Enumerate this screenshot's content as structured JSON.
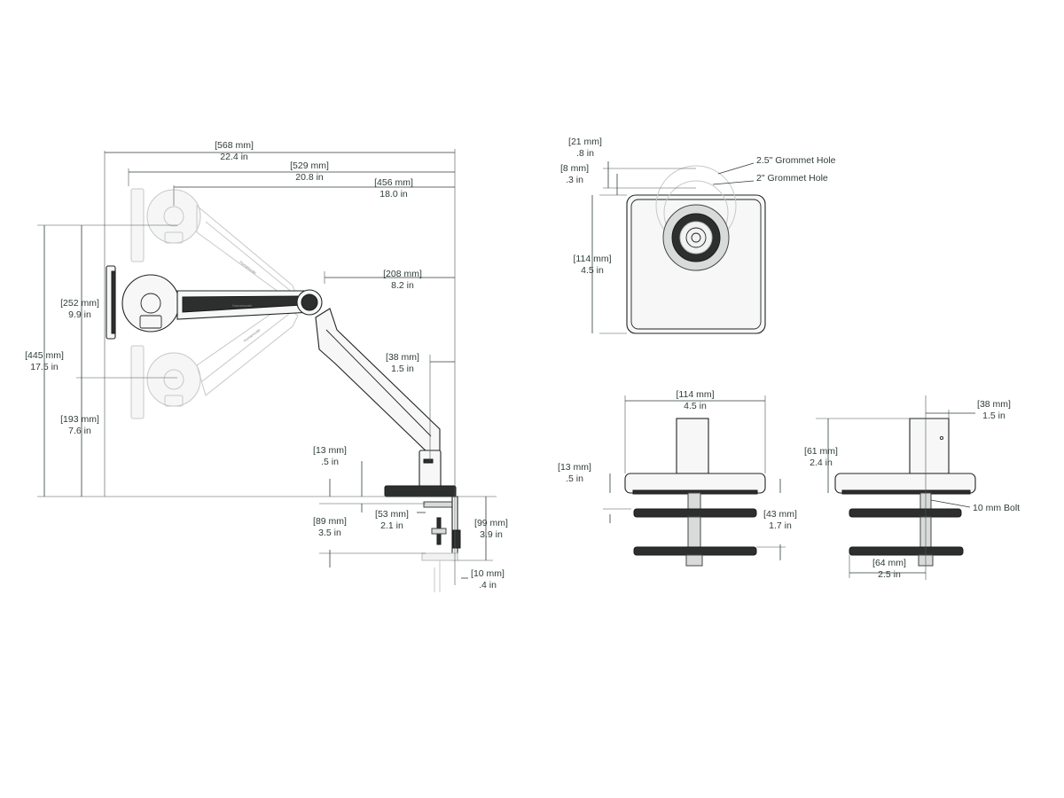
{
  "side_view": {
    "overall_width": {
      "mm": "[568 mm]",
      "in": "22.4 in"
    },
    "reach_middle": {
      "mm": "[529 mm]",
      "in": "20.8 in"
    },
    "reach_upper": {
      "mm": "[456 mm]",
      "in": "18.0 in"
    },
    "elbow_offset": {
      "mm": "[208 mm]",
      "in": "8.2 in"
    },
    "total_height": {
      "mm": "[445 mm]",
      "in": "17.5 in"
    },
    "height_range": {
      "mm": "[252 mm]",
      "in": "9.9 in"
    },
    "min_height": {
      "mm": "[193 mm]",
      "in": "7.6 in"
    },
    "pole_offset": {
      "mm": "[38 mm]",
      "in": "1.5 in"
    },
    "base_thickness": {
      "mm": "[13 mm]",
      "in": ".5 in"
    },
    "clamp_range": {
      "mm": "[89 mm]",
      "in": "3.5 in"
    },
    "clamp_depth": {
      "mm": "[53 mm]",
      "in": "2.1 in"
    },
    "clamp_height": {
      "mm": "[99 mm]",
      "in": "3.9 in"
    },
    "clamp_plate": {
      "mm": "[10 mm]",
      "in": ".4 in"
    },
    "brand_text": "Humanscale"
  },
  "top_view": {
    "offset_21": {
      "mm": "[21 mm]",
      "in": ".8 in"
    },
    "offset_8": {
      "mm": "[8 mm]",
      "in": ".3 in"
    },
    "base_depth": {
      "mm": "[114 mm]",
      "in": "4.5 in"
    },
    "grommet_large": "2.5\" Grommet Hole",
    "grommet_small": "2\" Grommet Hole"
  },
  "front_view": {
    "base_width": {
      "mm": "[114 mm]",
      "in": "4.5 in"
    },
    "base_thickness": {
      "mm": "[13 mm]",
      "in": ".5 in"
    },
    "grommet_range": {
      "mm": "[43 mm]",
      "in": "1.7 in"
    }
  },
  "end_view": {
    "pole_offset": {
      "mm": "[38 mm]",
      "in": "1.5 in"
    },
    "pole_height": {
      "mm": "[61 mm]",
      "in": "2.4 in"
    },
    "bolt": "10 mm Bolt",
    "plate_offset": {
      "mm": "[64 mm]",
      "in": "2.5 in"
    }
  }
}
